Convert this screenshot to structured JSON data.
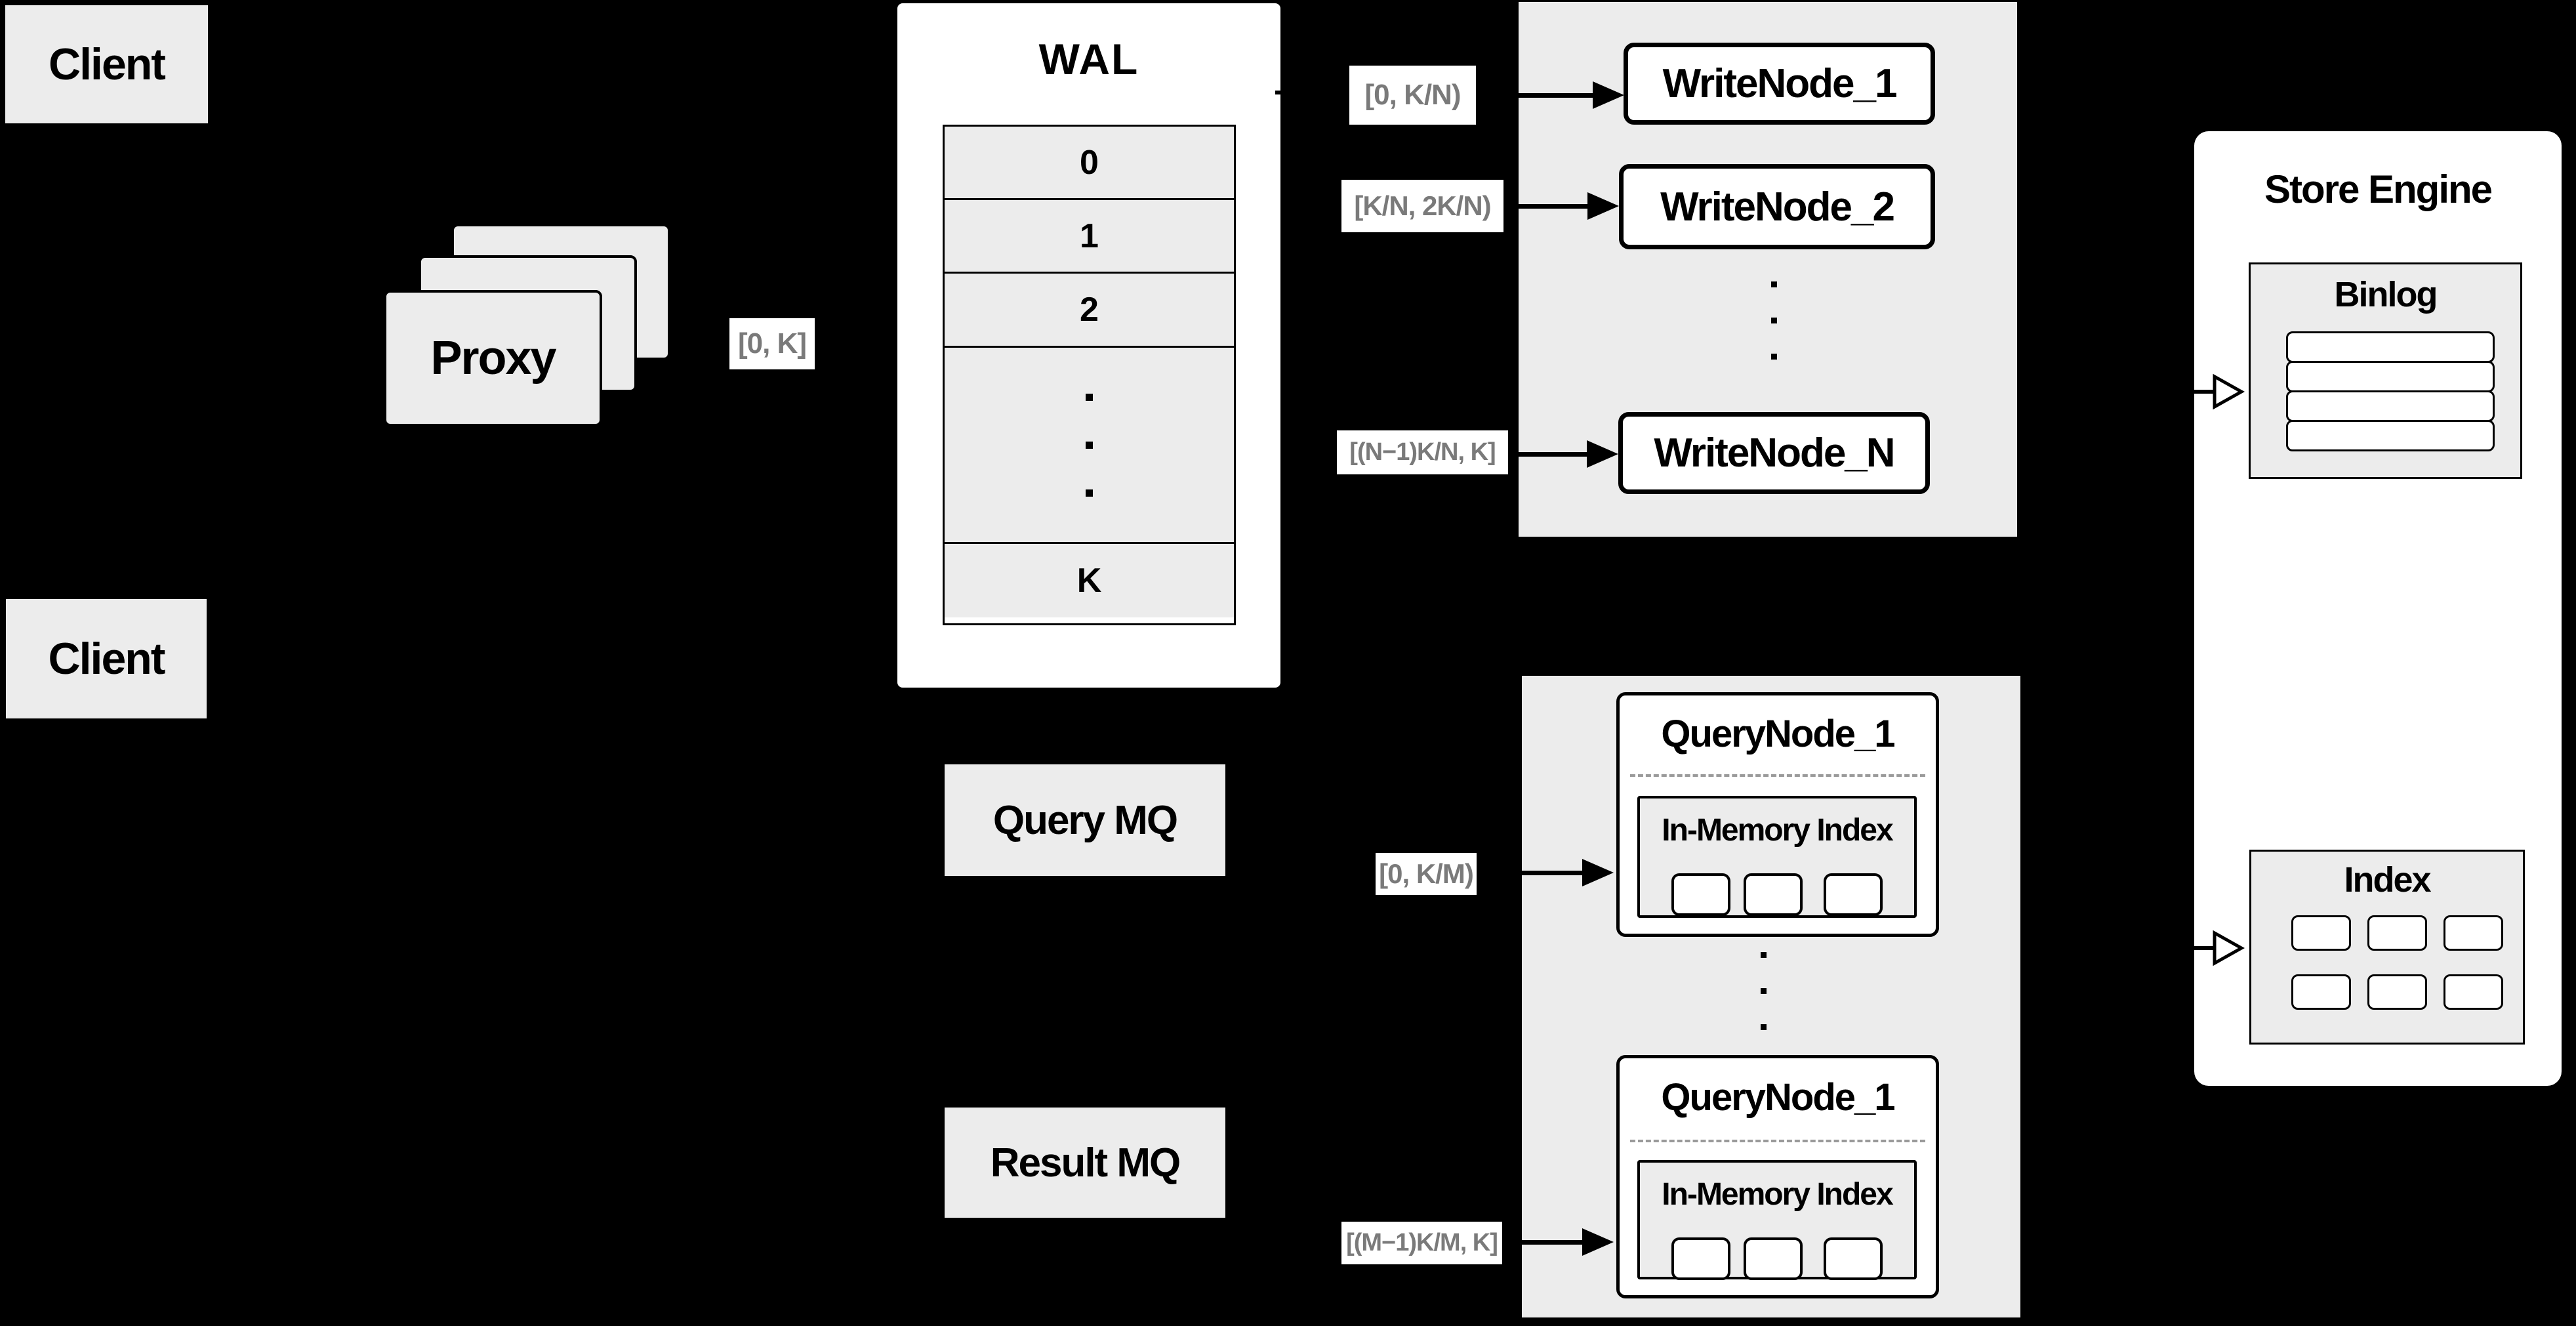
{
  "diagram_title": "distributed vector database write/query architecture",
  "clients": {
    "top_label": "Client",
    "bottom_label": "Client"
  },
  "proxy": {
    "label": "Proxy",
    "range": "[0, K]"
  },
  "wal": {
    "title": "WAL",
    "rows": [
      "0",
      "1",
      "2"
    ],
    "tail_row": "K"
  },
  "write_panel": {
    "nodes": [
      {
        "label": "WriteNode_1",
        "range": "[0, K/N)"
      },
      {
        "label": "WriteNode_2",
        "range": "[K/N, 2K/N)"
      },
      {
        "label": "WriteNode_N",
        "range": "[(N−1)K/N, K]"
      }
    ]
  },
  "mq": {
    "query": "Query MQ",
    "result": "Result MQ"
  },
  "query_panel": {
    "nodes": [
      {
        "title": "QueryNode_1",
        "subtitle": "In-Memory Index",
        "range": "[0, K/M)"
      },
      {
        "title": "QueryNode_1",
        "subtitle": "In-Memory Index",
        "range": "[(M−1)K/M, K]"
      }
    ]
  },
  "store_engine": {
    "title": "Store Engine",
    "binlog_title": "Binlog",
    "index_title": "Index"
  },
  "colors": {
    "background": "#000000",
    "box_fill": "#ececec",
    "node_fill": "#ffffff",
    "border": "#000000",
    "range_text": "#7a7a7a",
    "dashed_separator": "#9a9a9a"
  }
}
